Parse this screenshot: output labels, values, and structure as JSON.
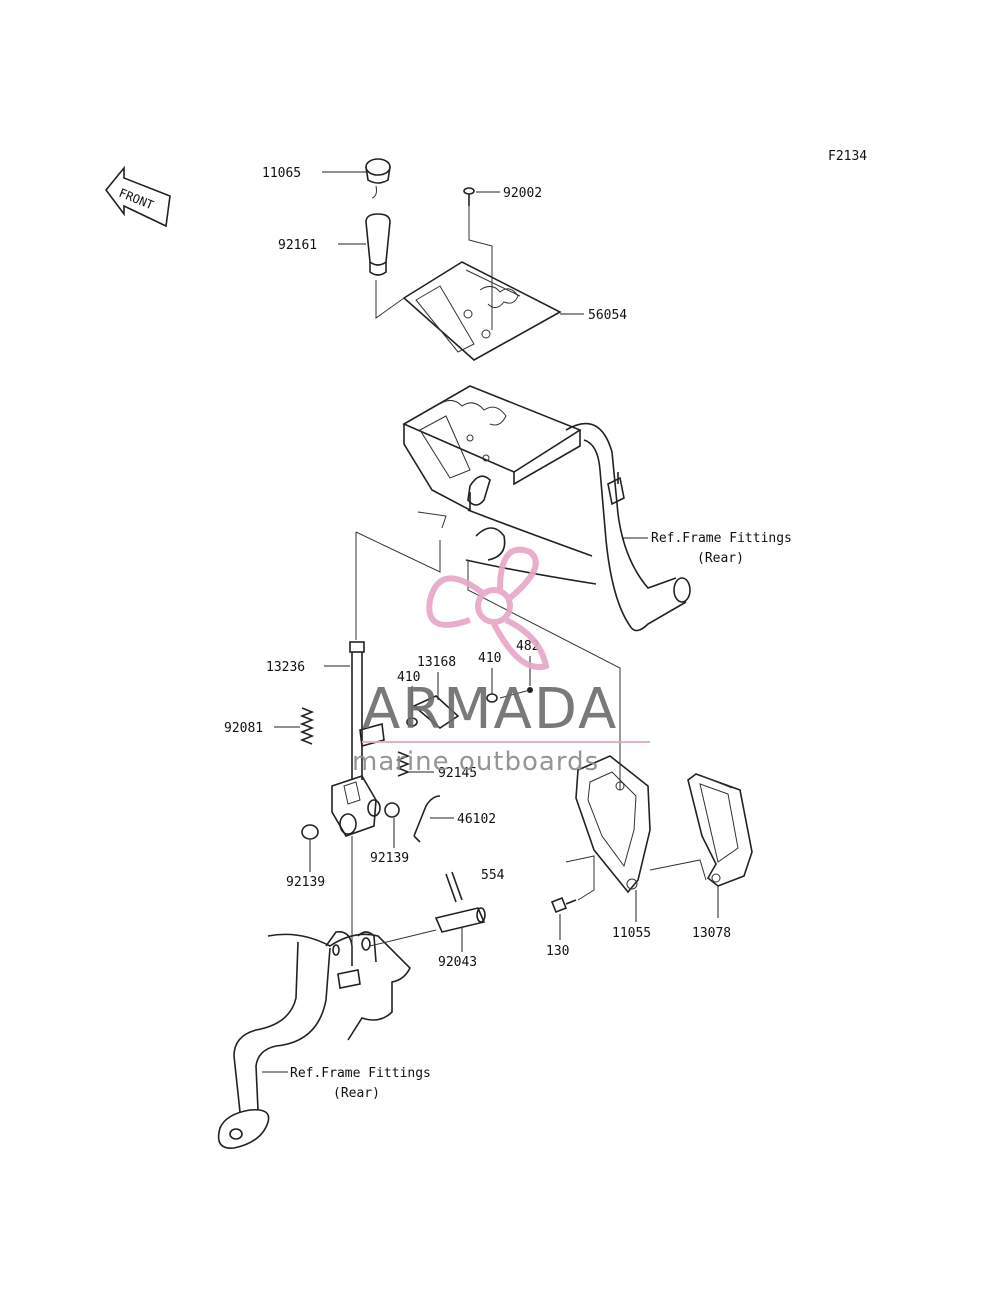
{
  "diagram_code": "F2134",
  "front_arrow": {
    "text": "FRONT",
    "icon": "front-direction-arrow-icon"
  },
  "parts": {
    "p11065": "11065",
    "p92002": "92002",
    "p92161": "92161",
    "p56054": "56054",
    "p13236": "13236",
    "p13168": "13168",
    "p410a": "410",
    "p410b": "410",
    "p482": "482",
    "p92081": "92081",
    "p92145": "92145",
    "p46102": "46102",
    "p92139a": "92139",
    "p92139b": "92139",
    "p554": "554",
    "p92043": "92043",
    "p130": "130",
    "p11055": "11055",
    "p13078": "13078"
  },
  "refs": {
    "upper": {
      "line1": "Ref.Frame Fittings",
      "line2": "(Rear)"
    },
    "lower": {
      "line1": "Ref.Frame Fittings",
      "line2": "(Rear)"
    }
  },
  "watermark": {
    "brand": "ARMADA",
    "tagline": "marine outboards",
    "logo_icon": "propeller-logo-icon",
    "logo_color": "#e8a6c8",
    "text_color": "#6b6b6b"
  }
}
